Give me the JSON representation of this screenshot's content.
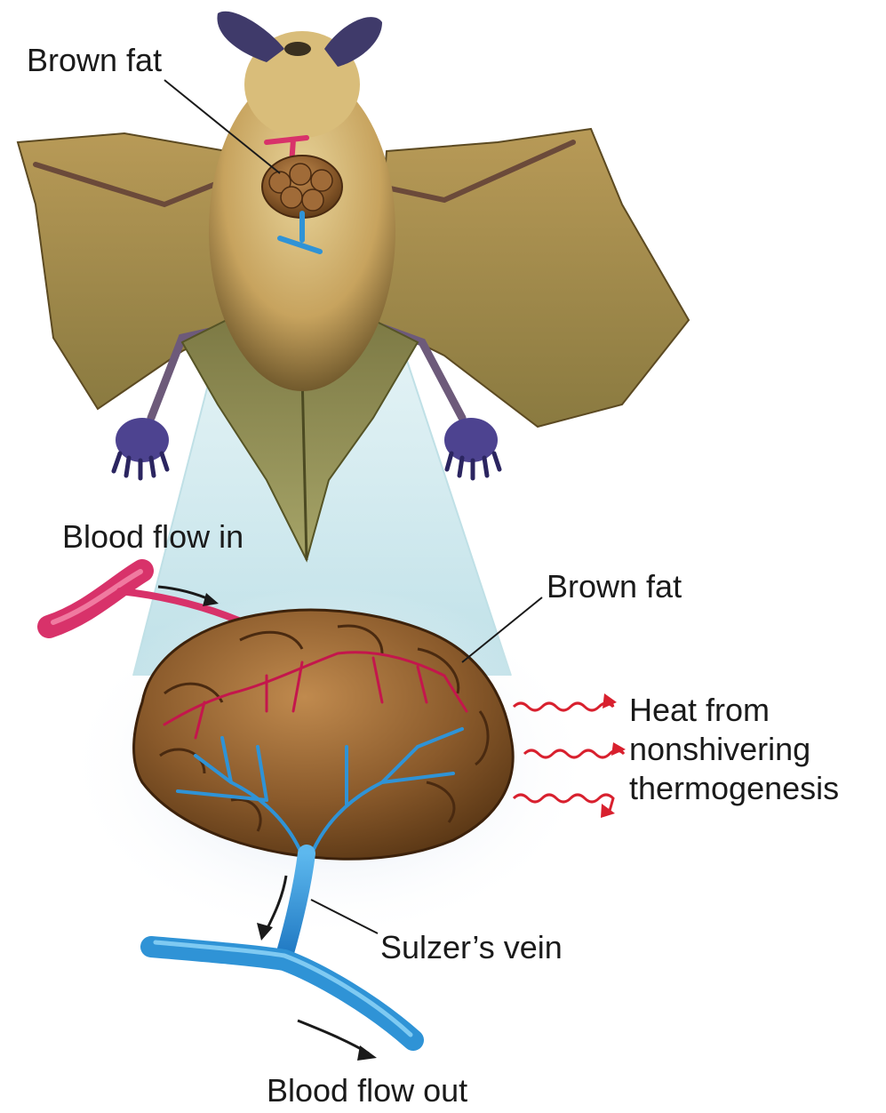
{
  "labels": {
    "brown_fat_top": "Brown fat",
    "blood_flow_in": "Blood flow in",
    "brown_fat_detail": "Brown fat",
    "heat_line1": "Heat from",
    "heat_line2": "nonshivering",
    "heat_line3": "thermogenesis",
    "sulzers_vein": "Sulzer’s vein",
    "blood_flow_out": "Blood flow out"
  },
  "colors": {
    "wing_membrane": "#a88a4a",
    "fur": "#c9a865",
    "brown_fat": "#8a5a2b",
    "artery": "#d8326a",
    "vein": "#2f93d6",
    "heat_arrow": "#d8202e",
    "zoom_cone": "#cfe9ee",
    "ears": "#3f3a6a"
  }
}
